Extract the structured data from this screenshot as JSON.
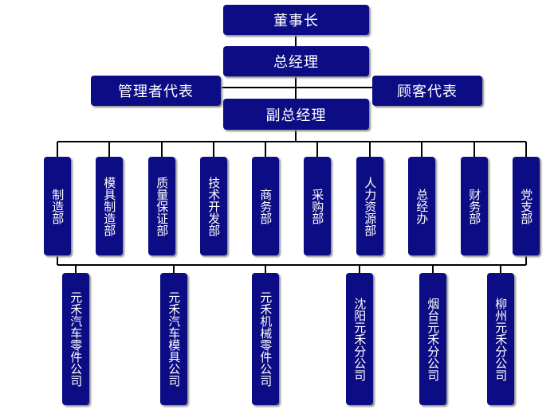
{
  "colors": {
    "box": "#0c0c84",
    "line": "#000000",
    "text": "#ffffff"
  },
  "top": {
    "chairman": "董事长",
    "general_manager": "总经理",
    "management_rep": "管理者代表",
    "customer_rep": "顾客代表",
    "deputy_gm": "副总经理"
  },
  "departments": [
    "制造部",
    "模具制造部",
    "质量保证部",
    "技术开发部",
    "商务部",
    "采购部",
    "人力资源部",
    "总经办",
    "财务部",
    "党支部"
  ],
  "companies": [
    "元禾汽车零件公司",
    "元禾汽车模具公司",
    "元禾机械零件公司",
    "沈阳元禾分公司",
    "烟台元禾分公司",
    "柳州元禾分公司"
  ]
}
